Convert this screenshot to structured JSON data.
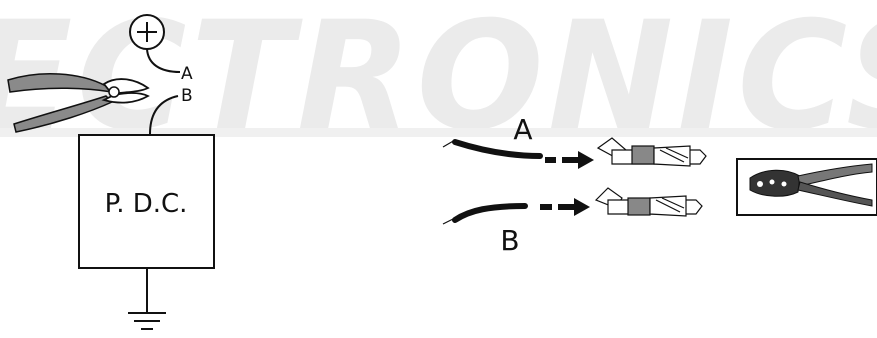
{
  "watermark": {
    "text": "ECTRONICS"
  },
  "schematic": {
    "pdc_label": "P. D.C.",
    "positive_symbol": "plus-circle",
    "wire_a_label": "A",
    "wire_b_label": "B",
    "ground_symbol": "ground",
    "tool_icon": "wire-cutter-pliers"
  },
  "crimp": {
    "wire_a_label": "A",
    "wire_b_label": "B",
    "terminal_icon": "crimp-terminal",
    "tool_icon": "crimping-pliers"
  },
  "colors": {
    "line": "#111111",
    "watermark": "#ebebeb",
    "plier_handle": "#8a8a8a"
  }
}
